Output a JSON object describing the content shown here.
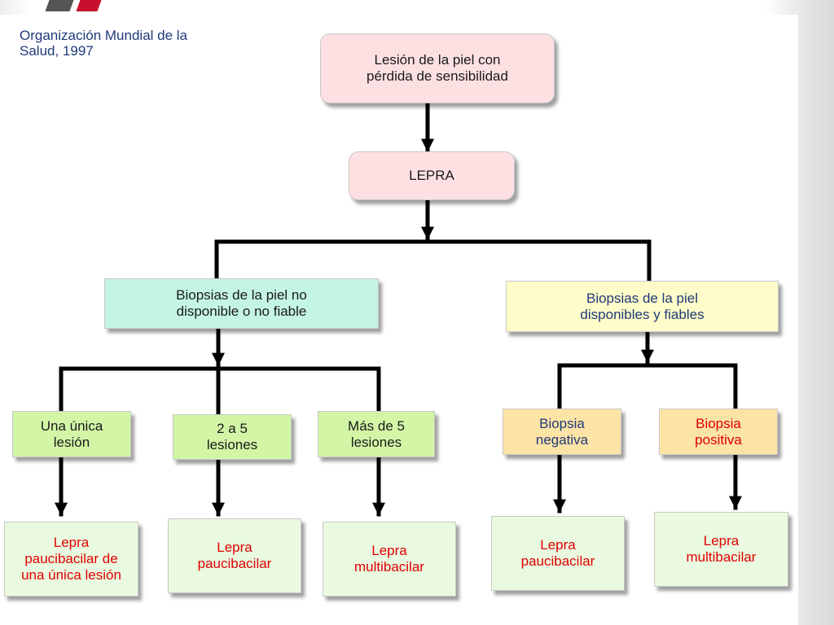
{
  "caption": {
    "line1": "Organización Mundial de la",
    "line2": "Salud, 1997"
  },
  "nodes": {
    "root": {
      "line1": "Lesión de la piel con",
      "line2": "pérdida de sensibilidad"
    },
    "lepra": {
      "line1": "LEPRA"
    },
    "biopsy_unavailable": {
      "line1": "Biopsias de la piel no",
      "line2": "disponible o no fiable"
    },
    "biopsy_available": {
      "line1": "Biopsias de la piel",
      "line2": "disponibles y fiables"
    },
    "single_lesion": {
      "line1": "Una única",
      "line2": "lesión"
    },
    "two_to_five": {
      "line1": "2 a 5",
      "line2": "lesiones"
    },
    "more_than_five": {
      "line1": "Más de 5",
      "line2": "lesiones"
    },
    "biopsy_negative": {
      "line1": "Biopsia",
      "line2": "negativa"
    },
    "biopsy_positive": {
      "line1": "Biopsia",
      "line2": "positiva"
    },
    "result_single": {
      "line1": "Lepra",
      "line2": "paucibacilar de",
      "line3": "una única lesión"
    },
    "result_pb_1": {
      "line1": "Lepra",
      "line2": "paucibacilar"
    },
    "result_mb_1": {
      "line1": "Lepra",
      "line2": "multibacilar"
    },
    "result_pb_2": {
      "line1": "Lepra",
      "line2": "paucibacilar"
    },
    "result_mb_2": {
      "line1": "Lepra",
      "line2": "multibacilar"
    }
  },
  "colors": {
    "pink": "#fde0e2",
    "cyan": "#c4f4e6",
    "yellow": "#fefcc8",
    "green": "#d2f6a6",
    "tan": "#fce3a6",
    "light_green": "#e9fae0",
    "red_text": "#e00000",
    "blue_text": "#1f3a7a",
    "connector": "#000000",
    "accent_red": "#c8102e"
  }
}
